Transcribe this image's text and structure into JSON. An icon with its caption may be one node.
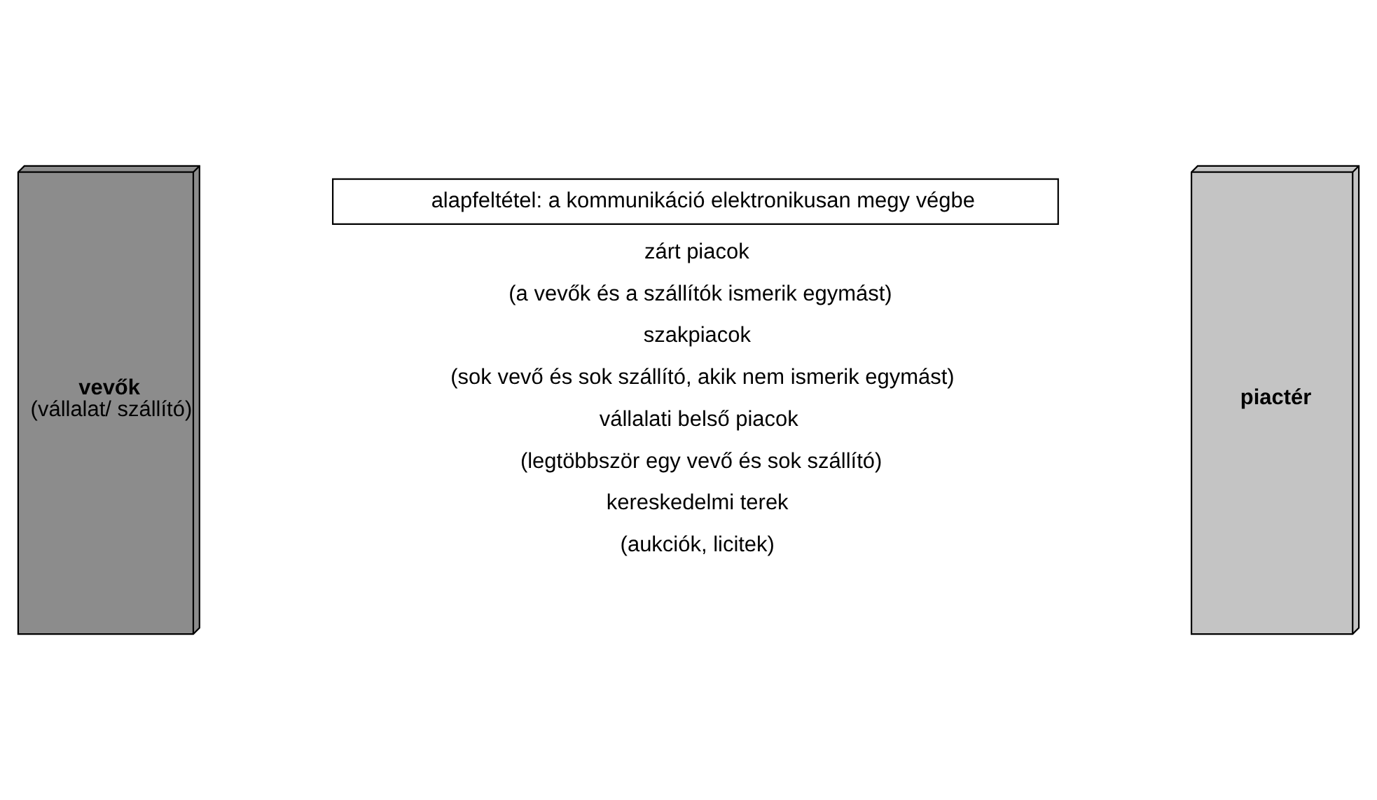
{
  "diagram": {
    "nodes": [
      {
        "text": [
          "alapfeltétel: a kommunikáció elektronikusan megy végbe"
        ]
      },
      {
        "text": [
          "vevők",
          "(vállalat/ szállító)"
        ]
      },
      {
        "text": [
          "piactér"
        ]
      }
    ],
    "labels": [
      "zárt piacok",
      "(a vevők és a szállítók ismerik egymást)",
      "szakpiacok",
      "(sok vevő és sok szállító, akik nem ismerik egymást)",
      "vállalati belső piacok",
      "(legtöbbször egy vevő és sok szállító)",
      "kereskedelmi terek",
      "(aukciók, licitek)"
    ]
  }
}
